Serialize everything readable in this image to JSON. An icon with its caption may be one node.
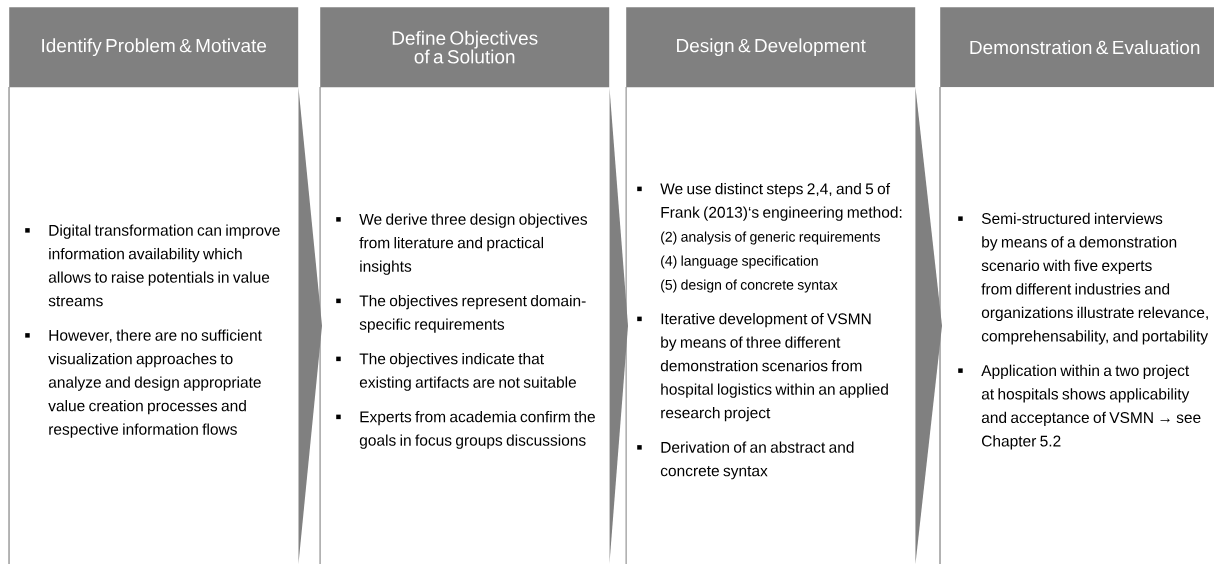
{
  "diagram": {
    "nodes": [
      {
        "text": [
          "Identify Problem & Motivate",
          "Digital transformation can improve information availability which allows to raise potentials in value streams",
          "However, there are no sufficient visualization approaches to analyze and design appropriate value creation processes and respective information flows"
        ]
      },
      {
        "text": [
          "Define Objectives of a Solution",
          "We derive three design objectives from literature and practical insights",
          "The objectives represent domain-specific requirements",
          "The objectives indicate that existing artifacts are not suitable",
          "Experts from academia confirm the goals in focus groups discussions"
        ]
      },
      {
        "text": [
          "Design & Development",
          "We use distinct steps 2,4, and 5 of Frank (2013)‘s engineering method:",
          "(2) analysis of generic requirements",
          "(4) language specification",
          "(5) design of concrete syntax",
          "Iterative development of VSMN by means of three different demonstration scenarios from hospital logistics within an applied research project",
          "Derivation of an abstract and concrete syntax"
        ]
      },
      {
        "text": [
          "Demonstration & Evaluation",
          "Semi-structured interviews by means of a demonstration scenario with five experts from different industries and organizations illustrate relevance, comprehensability, and portability",
          "Application within a two project at hospitals shows applicability and acceptance of VSMN → see Chapter 5.2"
        ]
      }
    ],
    "edges": [
      {
        "from": 0,
        "to": 1,
        "arrow": "to"
      },
      {
        "from": 1,
        "to": 2,
        "arrow": "to"
      },
      {
        "from": 2,
        "to": 3,
        "arrow": "to"
      }
    ]
  }
}
